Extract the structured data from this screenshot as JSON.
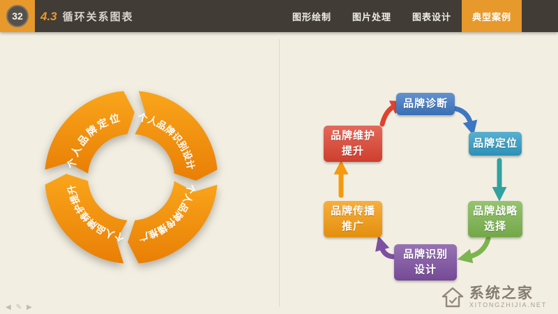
{
  "header": {
    "slide_number": "32",
    "section_number": "4.3",
    "section_title": "循环关系图表",
    "accent_color": "#e8992b",
    "nav_items": [
      {
        "label": "图形绘制",
        "active": false
      },
      {
        "label": "图片处理",
        "active": false
      },
      {
        "label": "图表设计",
        "active": false
      },
      {
        "label": "典型案例",
        "active": true
      }
    ]
  },
  "donut_diagram": {
    "type": "cycle-donut",
    "flow": "clockwise",
    "color_start": "#f9a51b",
    "color_end": "#e97f05",
    "segments": [
      {
        "label": "个人品牌定位"
      },
      {
        "label": "个人品牌识别设计"
      },
      {
        "label": "个人品牌传播推广"
      },
      {
        "label": "个人品牌维护提升"
      }
    ]
  },
  "cycle_diagram": {
    "type": "cycle-flow",
    "nodes": [
      {
        "line1": "品牌诊断",
        "line2": "",
        "color": "#3d77c2"
      },
      {
        "line1": "品牌定位",
        "line2": "",
        "color": "#2f9cc4"
      },
      {
        "line1": "品牌战略",
        "line2": "选择",
        "color": "#7cb44e"
      },
      {
        "line1": "品牌识别",
        "line2": "设计",
        "color": "#7d50a1"
      },
      {
        "line1": "品牌传播",
        "line2": "推广",
        "color": "#f59a0e"
      },
      {
        "line1": "品牌维护",
        "line2": "提升",
        "color": "#de4331"
      }
    ],
    "arrows": [
      {
        "from": "品牌诊断",
        "to": "品牌定位",
        "color": "#3d77c2"
      },
      {
        "from": "品牌定位",
        "to": "品牌战略选择",
        "color": "#30a2a0"
      },
      {
        "from": "品牌战略选择",
        "to": "品牌识别设计",
        "color": "#7cb44e"
      },
      {
        "from": "品牌识别设计",
        "to": "品牌传播推广",
        "color": "#7d50a1"
      },
      {
        "from": "品牌传播推广",
        "to": "品牌维护提升",
        "color": "#f59a0e"
      },
      {
        "from": "品牌维护提升",
        "to": "品牌诊断",
        "color": "#de4331"
      }
    ]
  },
  "pager": {
    "prev_icon": "◀",
    "pen_icon": "✎",
    "next_icon": "▶"
  },
  "watermark": {
    "site_name": "系统之家",
    "site_url": "XITONGZHIJIA.NET"
  }
}
